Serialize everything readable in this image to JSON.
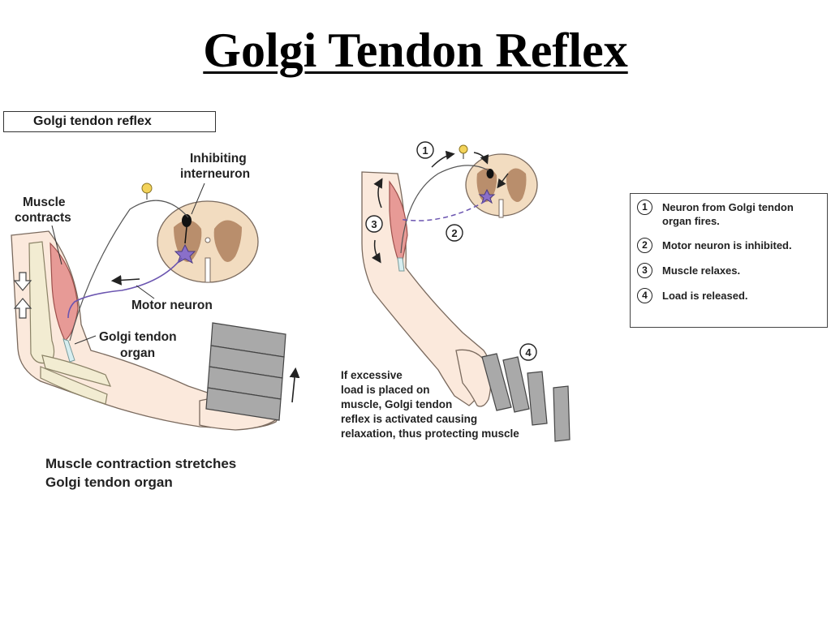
{
  "slide": {
    "title": "Golgi Tendon Reflex"
  },
  "left_panel": {
    "title": "Golgi tendon reflex",
    "labels": {
      "inhibiting": "Inhibiting",
      "interneuron": "interneuron",
      "muscle": "Muscle",
      "contracts": "contracts",
      "motor_neuron": "Motor neuron",
      "golgi_tendon": "Golgi tendon",
      "organ": "organ"
    },
    "caption_line1": "Muscle contraction stretches",
    "caption_line2": "Golgi tendon organ"
  },
  "right_panel": {
    "step_markers": [
      "1",
      "2",
      "3",
      "4"
    ],
    "note_lines": [
      "If excessive",
      "load is placed on",
      "muscle, Golgi tendon",
      "reflex is activated causing",
      "relaxation, thus protecting muscle"
    ]
  },
  "legend": {
    "items": [
      {
        "num": "1",
        "text": "Neuron from Golgi tendon organ fires."
      },
      {
        "num": "2",
        "text": "Motor neuron is inhibited."
      },
      {
        "num": "3",
        "text": "Muscle relaxes."
      },
      {
        "num": "4",
        "text": "Load is released."
      }
    ]
  },
  "colors": {
    "skin": "#fbe9dc",
    "skin_outline": "#7a6a5e",
    "muscle": "#e79a96",
    "bone": "#f2ecd2",
    "cord_outer": "#f2dcc0",
    "cord_grey": "#b98e6c",
    "neuron_purple": "#8a6fc9",
    "weight": "#a9a9a9",
    "receptor_yellow": "#f3d35a"
  }
}
